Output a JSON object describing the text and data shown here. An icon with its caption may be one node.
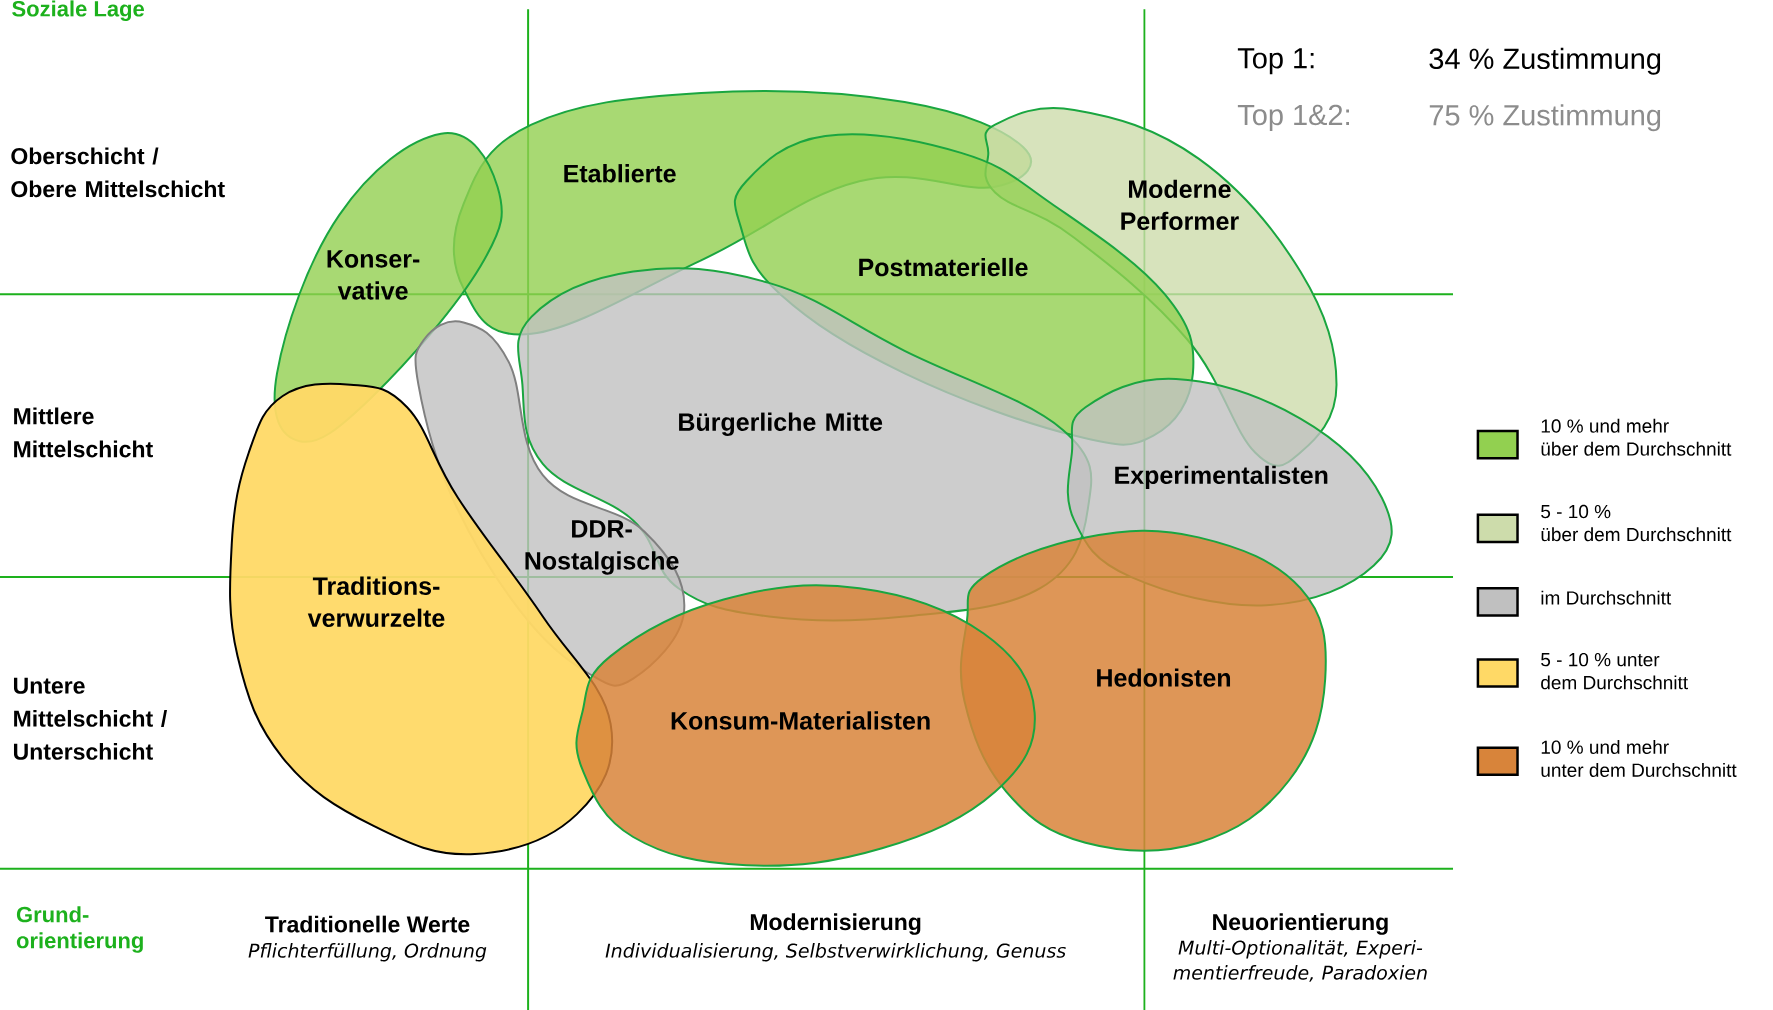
{
  "diagram": {
    "nodes": [
      {
        "text": [
          "Etablierte"
        ]
      },
      {
        "text": [
          "Moderne Performer"
        ]
      },
      {
        "text": [
          "Postmaterielle"
        ]
      },
      {
        "text": [
          "Konser- vative"
        ]
      },
      {
        "text": [
          "Bürgerliche Mitte"
        ]
      },
      {
        "text": [
          "Experimentalisten"
        ]
      },
      {
        "text": [
          "DDR- Nostalgische"
        ]
      },
      {
        "text": [
          "Traditions- verwurzelte"
        ]
      },
      {
        "text": [
          "Hedonisten"
        ]
      },
      {
        "text": [
          "Konsum-Materialisten"
        ]
      }
    ],
    "labels": [
      "Soziale Lage",
      "Top 1:",
      "34 % Zustimmung",
      "Top 1&2:",
      "75 % Zustimmung",
      "Oberschicht / Obere Mittelschicht",
      "Mittlere Mittelschicht",
      "Untere Mittelschicht / Unterschicht",
      "Grund- orientierung",
      "Traditionelle Werte",
      "Pflichterfüllung, Ordnung",
      "Modernisierung",
      "Individualisierung, Selbstverwirklichung, Genuss",
      "Neuorientierung",
      "Multi-Optionalität, Experi- mentierfreude, Paradoxien"
    ],
    "legend": [
      {
        "text": "10 % und mehr über dem Durchschnitt",
        "color": "#92d050"
      },
      {
        "text": "5 - 10 % über dem Durchschnitt",
        "color": "#cddcab"
      },
      {
        "text": "im Durchschnitt",
        "color": "#c0c0c0"
      },
      {
        "text": "5 - 10 % unter dem Durchschnitt",
        "color": "#ffd966"
      },
      {
        "text": "10 % und mehr unter dem Durchschnitt",
        "color": "#d8843a"
      }
    ]
  }
}
